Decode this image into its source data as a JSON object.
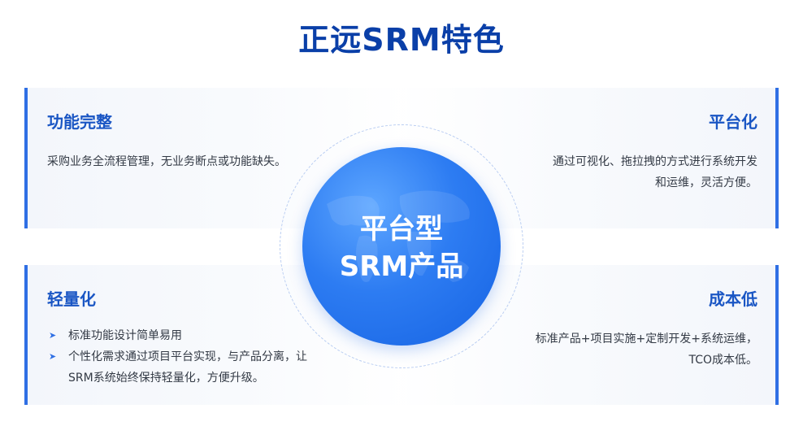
{
  "title": "正远SRM特色",
  "center": {
    "line1": "平台型",
    "line2": "SRM产品"
  },
  "cards": {
    "top_left": {
      "title": "功能完整",
      "text": "采购业务全流程管理，无业务断点或功能缺失。"
    },
    "top_right": {
      "title": "平台化",
      "line1": "通过可视化、拖拉拽的方式进行系统开发",
      "line2": "和运维，灵活方便。"
    },
    "bottom_left": {
      "title": "轻量化",
      "bullets": [
        "标准功能设计简单易用",
        "个性化需求通过项目平台实现，与产品分离，让SRM系统始终保持轻量化，方便升级。"
      ]
    },
    "bottom_right": {
      "title": "成本低",
      "line1": "标准产品+项目实施+定制开发+系统运维，",
      "line2": "TCO成本低。"
    }
  },
  "colors": {
    "title": "#0a3fa8",
    "accent": "#2f6fe4",
    "card_title": "#1a56c4",
    "circle": "#2d7cf2"
  },
  "icons": {
    "bullet": "arrow-right-icon"
  }
}
